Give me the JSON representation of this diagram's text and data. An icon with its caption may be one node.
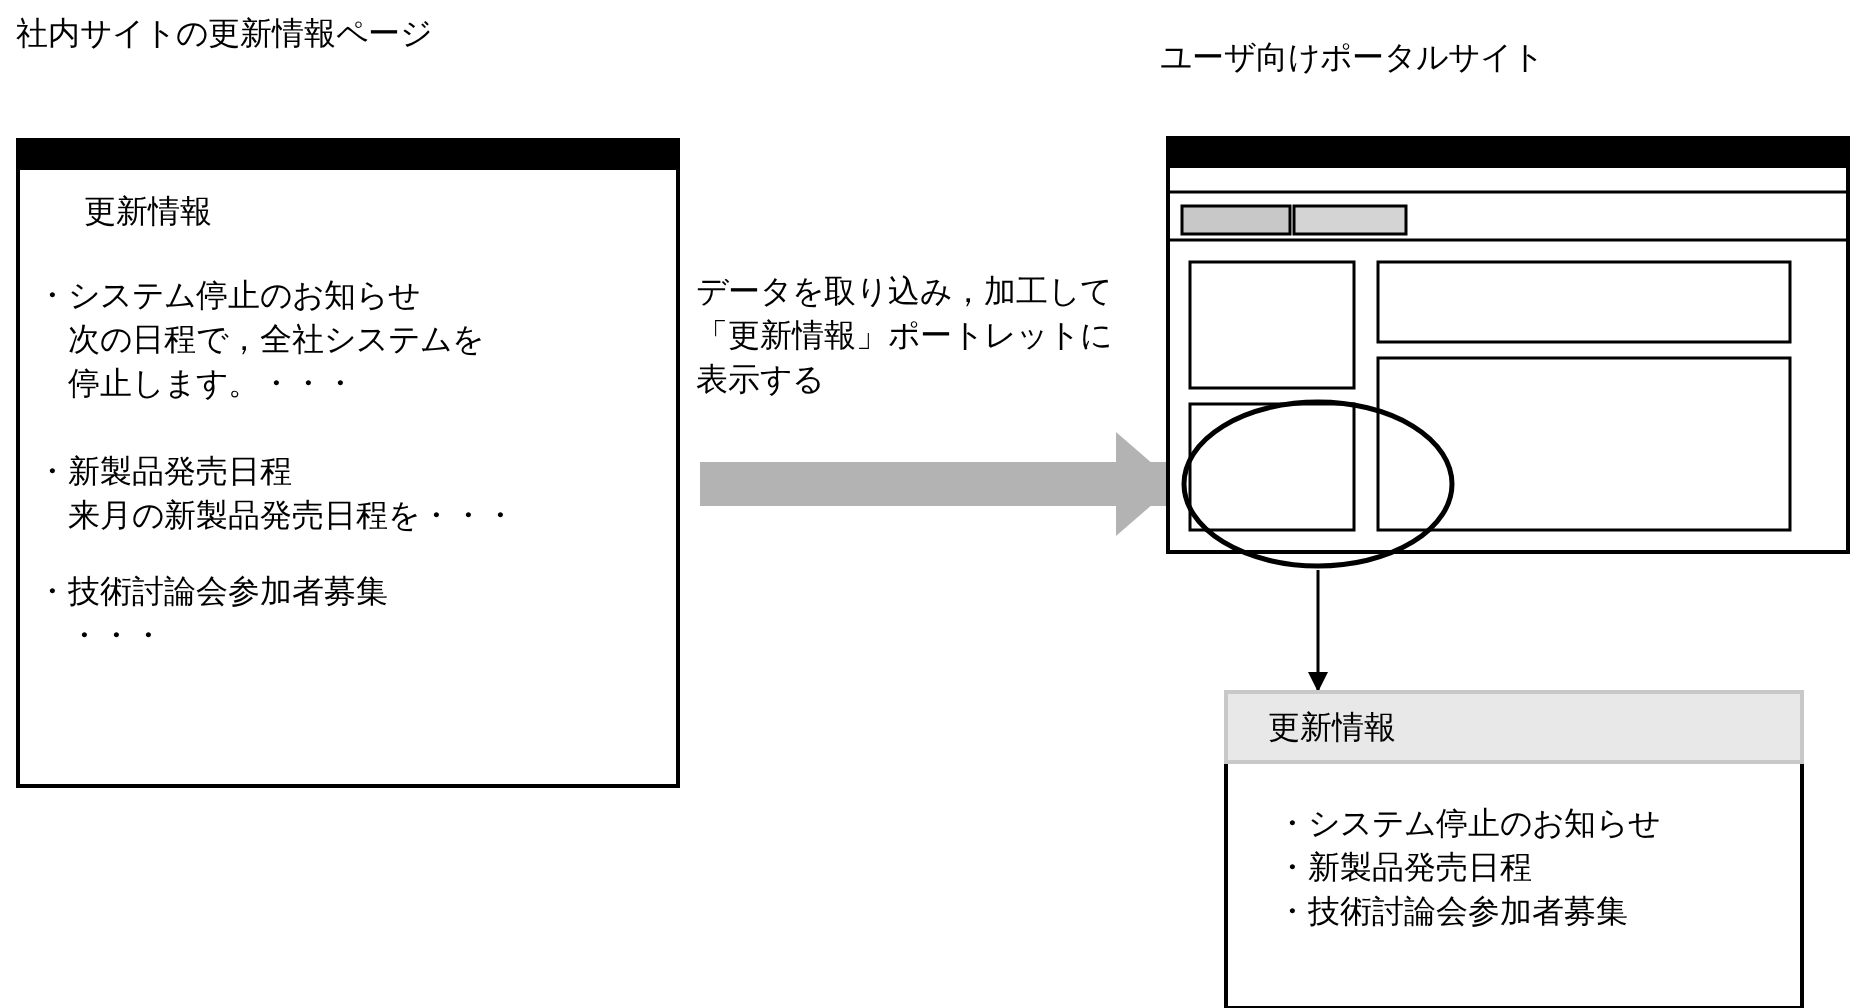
{
  "diagram": {
    "nodes": [
      {
        "text": [
          "社内サイトの更新情報ページ",
          "更新情報",
          "・システム停止のお知らせ",
          "次の日程で，全社システムを停止します。・・・",
          "・新製品発売日程",
          "来月の新製品発売日程を・・・",
          "・技術討論会参加者募集",
          "・・・"
        ]
      },
      {
        "text": [
          "ユーザ向けポータルサイト"
        ]
      },
      {
        "text": [],
        "shape": "ellipse"
      },
      {
        "text": [
          "更新情報",
          "・システム停止のお知らせ",
          "・新製品発売日程",
          "・技術討論会参加者募集"
        ]
      }
    ],
    "edges": [
      {
        "from": 0,
        "to": 2,
        "arrow": "to",
        "label": "データを取り込み，加工して「更新情報」ポートレットに表示する",
        "style": "thick",
        "color": "#b3b3b3"
      },
      {
        "from": 2,
        "to": 3,
        "arrow": "to",
        "color": "#000000"
      }
    ]
  }
}
